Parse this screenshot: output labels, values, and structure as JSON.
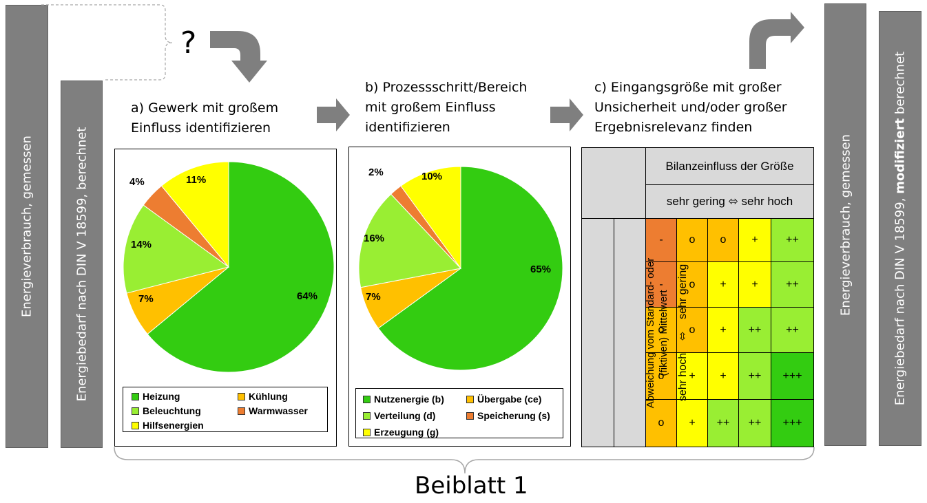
{
  "left_bars": {
    "measured": "Energieverbrauch, gemessen",
    "calculated": "Energiebedarf nach DIN V 18599, berechnet"
  },
  "right_bars": {
    "measured": "Energieverbrauch, gemessen",
    "modified_prefix": "Energiebedarf nach DIN V 18599, ",
    "modified_bold": "modifiziert",
    "modified_suffix": " berechnet"
  },
  "question_mark": "?",
  "steps": {
    "a": [
      "a) Gewerk mit großem",
      "Einfluss identifizieren"
    ],
    "b": [
      "b) Prozessschritt/Bereich",
      "mit großem Einfluss",
      "identifizieren"
    ],
    "c": [
      "c) Eingangsgröße mit großer",
      "Unsicherheit und/oder großer",
      "Ergebnisrelevanz finden"
    ]
  },
  "chart_data": [
    {
      "type": "pie",
      "title": "",
      "slices": [
        {
          "name": "Heizung",
          "value": 64,
          "label": "64%",
          "color": "#33cc11"
        },
        {
          "name": "Kühlung",
          "value": 7,
          "label": "7%",
          "color": "#ffc000"
        },
        {
          "name": "Beleuchtung",
          "value": 14,
          "label": "14%",
          "color": "#99ee33"
        },
        {
          "name": "Warmwasser",
          "value": 4,
          "label": "4%",
          "color": "#ed7d31"
        },
        {
          "name": "Hilfsenergien",
          "value": 11,
          "label": "11%",
          "color": "#ffff00"
        }
      ],
      "legend": [
        {
          "name": "Heizung",
          "color": "#33cc11"
        },
        {
          "name": "Kühlung",
          "color": "#ffc000"
        },
        {
          "name": "Beleuchtung",
          "color": "#99ee33"
        },
        {
          "name": "Warmwasser",
          "color": "#ed7d31"
        },
        {
          "name": "Hilfsenergien",
          "color": "#ffff00"
        }
      ],
      "legend_position": "bottom"
    },
    {
      "type": "pie",
      "title": "",
      "slices": [
        {
          "name": "Nutzenergie (b)",
          "value": 65,
          "label": "65%",
          "color": "#33cc11"
        },
        {
          "name": "Übergabe (ce)",
          "value": 7,
          "label": "7%",
          "color": "#ffc000"
        },
        {
          "name": "Verteilung (d)",
          "value": 16,
          "label": "16%",
          "color": "#99ee33"
        },
        {
          "name": "Speicherung (s)",
          "value": 2,
          "label": "2%",
          "color": "#ed7d31"
        },
        {
          "name": "Erzeugung (g)",
          "value": 10,
          "label": "10%",
          "color": "#ffff00"
        }
      ],
      "legend": [
        {
          "name": "Nutzenergie (b)",
          "color": "#33cc11"
        },
        {
          "name": "Übergabe (ce)",
          "color": "#ffc000"
        },
        {
          "name": "Verteilung (d)",
          "color": "#99ee33"
        },
        {
          "name": "Speicherung (s)",
          "color": "#ed7d31"
        },
        {
          "name": "Erzeugung (g)",
          "color": "#ffff00"
        }
      ],
      "legend_position": "bottom"
    }
  ],
  "matrix": {
    "header_top": "Bilanzeinfluss der Größe",
    "header_scale": "sehr gering ⬄ sehr hoch",
    "row_axis_label_line1": "Abweichung vom Standard- oder",
    "row_axis_label_line2": "(fiktiven) Mittelwert",
    "row_scale": "sehr hoch    ⬄    sehr gering",
    "rows": [
      [
        {
          "v": "-",
          "c": "#ed7d31"
        },
        {
          "v": "o",
          "c": "#ffc000"
        },
        {
          "v": "o",
          "c": "#ffc000"
        },
        {
          "v": "+",
          "c": "#ffff00"
        },
        {
          "v": "++",
          "c": "#99ee33"
        }
      ],
      [
        {
          "v": "-",
          "c": "#ed7d31"
        },
        {
          "v": "o",
          "c": "#ffc000"
        },
        {
          "v": "+",
          "c": "#ffff00"
        },
        {
          "v": "+",
          "c": "#ffff00"
        },
        {
          "v": "++",
          "c": "#99ee33"
        }
      ],
      [
        {
          "v": "o",
          "c": "#ffc000"
        },
        {
          "v": "o",
          "c": "#ffc000"
        },
        {
          "v": "+",
          "c": "#ffff00"
        },
        {
          "v": "++",
          "c": "#99ee33"
        },
        {
          "v": "++",
          "c": "#99ee33"
        }
      ],
      [
        {
          "v": "o",
          "c": "#ffc000"
        },
        {
          "v": "+",
          "c": "#ffff00"
        },
        {
          "v": "+",
          "c": "#ffff00"
        },
        {
          "v": "++",
          "c": "#99ee33"
        },
        {
          "v": "+++",
          "c": "#33cc11"
        }
      ],
      [
        {
          "v": "o",
          "c": "#ffc000"
        },
        {
          "v": "+",
          "c": "#ffff00"
        },
        {
          "v": "++",
          "c": "#99ee33"
        },
        {
          "v": "++",
          "c": "#99ee33"
        },
        {
          "v": "+++",
          "c": "#33cc11"
        }
      ]
    ]
  },
  "footer": "Beiblatt 1"
}
